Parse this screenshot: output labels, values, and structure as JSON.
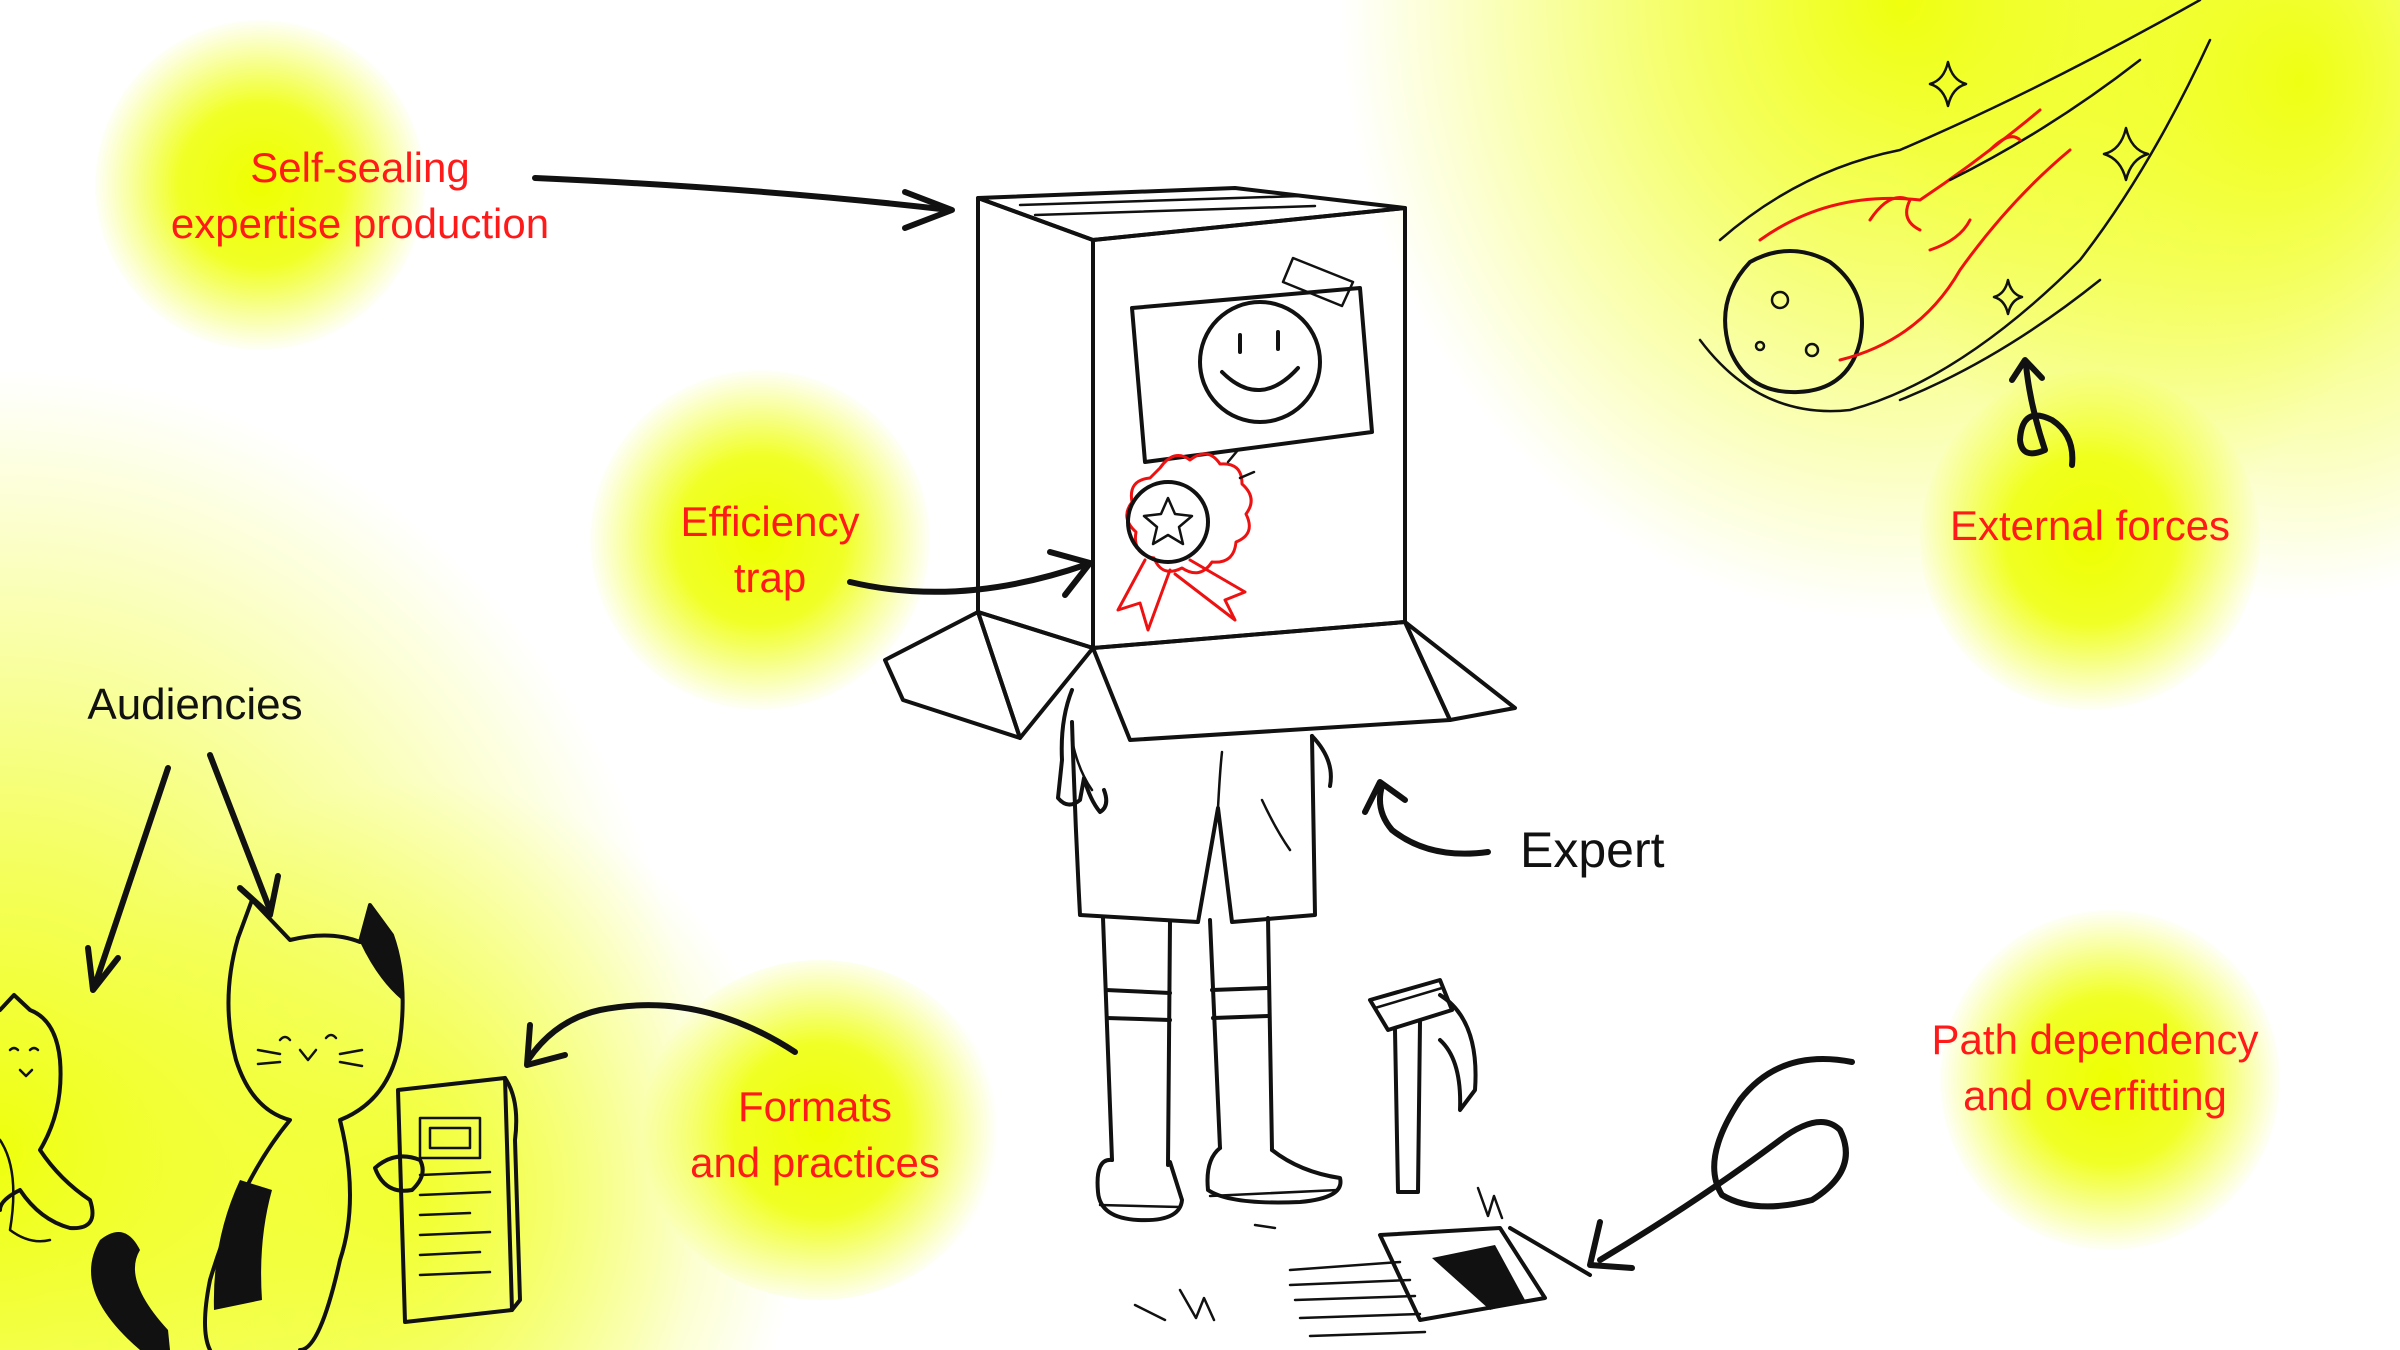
{
  "labels": {
    "self_sealing": "Self-sealing\nexpertise production",
    "efficiency_trap": "Efficiency\ntrap",
    "external_forces": "External forces",
    "audiencies": "Audiencies",
    "expert": "Expert",
    "formats_practices": "Formats\nand practices",
    "path_dependency": "Path dependency\nand overfitting"
  },
  "colors": {
    "highlight": "#eeff00",
    "label_red": "#ff1a1a",
    "ink": "#111111"
  },
  "icons": [
    "box-head-icon",
    "smiley-icon",
    "award-ribbon-icon",
    "meteor-icon",
    "sparkle-icon",
    "cat-icon",
    "newspaper-icon",
    "hammer-icon",
    "pit-icon",
    "arrow-icon"
  ]
}
